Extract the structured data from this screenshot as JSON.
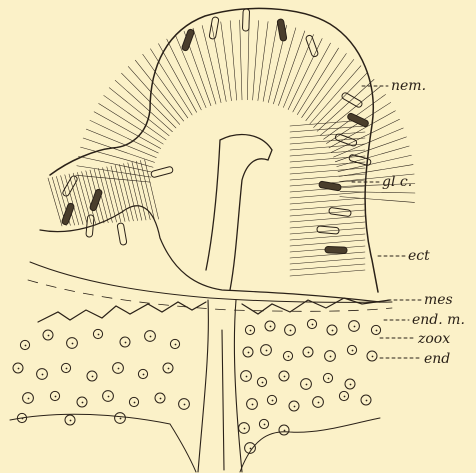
{
  "figure": {
    "background": "#fbf1c8",
    "ink": "#2a2118",
    "labels": {
      "nem": "nem.",
      "glc": "gl c.",
      "ect": "ect",
      "mes": "mes",
      "endm": "end. m.",
      "zoox": "zoox",
      "end": "end"
    }
  }
}
